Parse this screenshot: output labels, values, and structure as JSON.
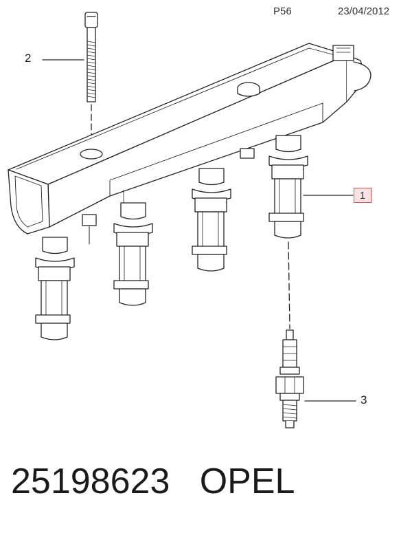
{
  "header": {
    "page_code": "P56",
    "date": "23/04/2012"
  },
  "callouts": {
    "c1": "1",
    "c2": "2",
    "c3": "3"
  },
  "footer": {
    "part_number": "25198623",
    "brand": "OPEL"
  }
}
